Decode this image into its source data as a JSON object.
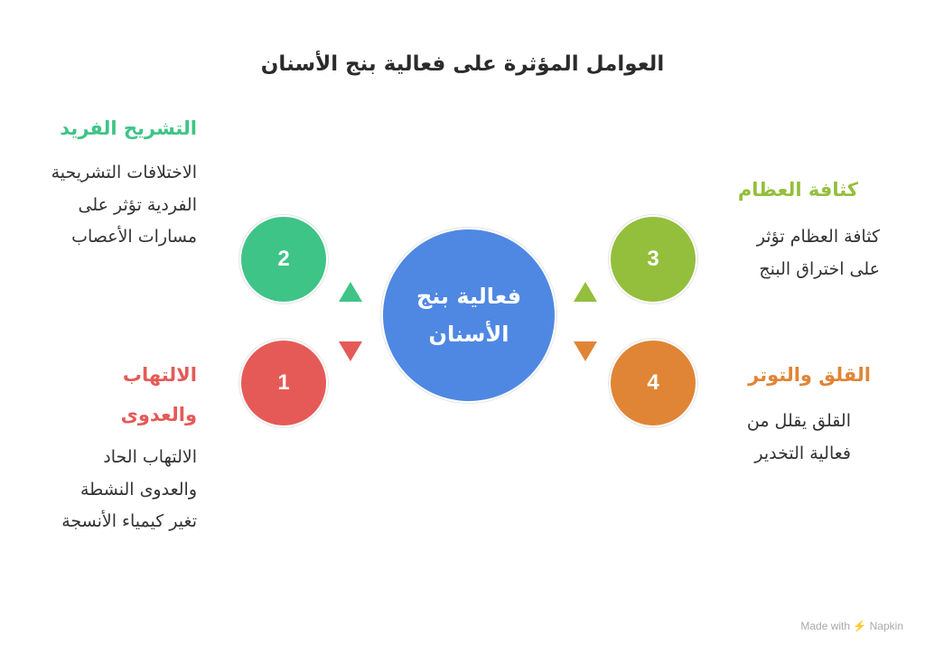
{
  "title": "العوامل المؤثرة على فعالية بنج الأسنان",
  "center": {
    "label": "فعالية بنج الأسنان",
    "color": "#4F88E3"
  },
  "factors": [
    {
      "number": "1",
      "heading": "الالتهاب والعدوى",
      "body": "الالتهاب الحاد والعدوى النشطة تغير كيمياء الأنسجة",
      "color": "#E55A57"
    },
    {
      "number": "2",
      "heading": "التشريح الفريد",
      "body": "الاختلافات التشريحية الفردية تؤثر على مسارات الأعصاب",
      "color": "#3EC487"
    },
    {
      "number": "3",
      "heading": "كثافة العظام",
      "body": "كثافة العظام تؤثر على اختراق البنج",
      "color": "#93BF3C"
    },
    {
      "number": "4",
      "heading": "القلق والتوتر",
      "body": "القلق يقلل من فعالية التخدير",
      "color": "#E08535"
    }
  ],
  "watermark": "Made with ⚡ Napkin"
}
